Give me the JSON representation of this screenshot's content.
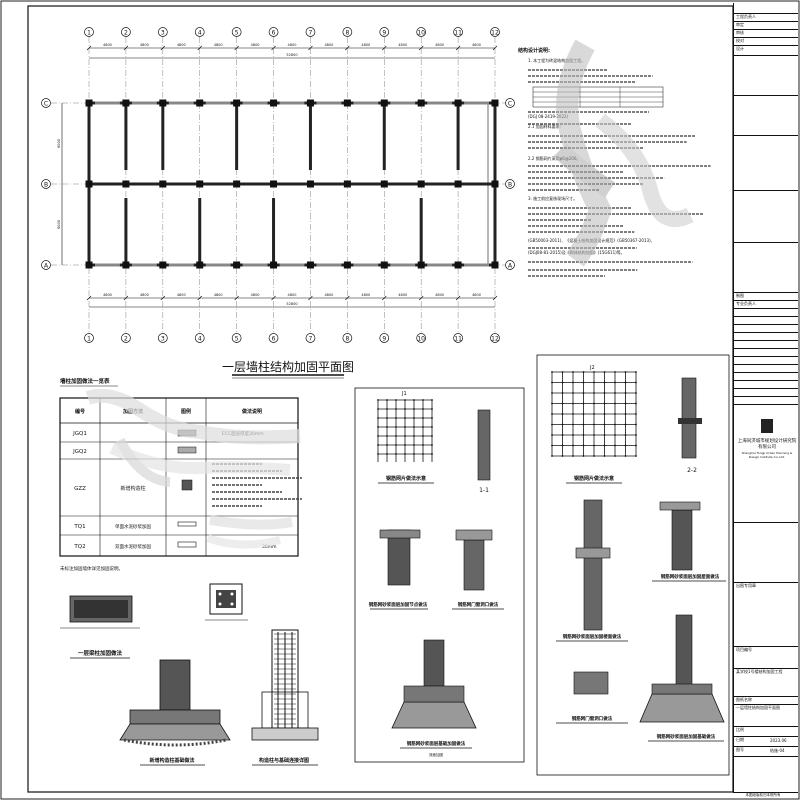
{
  "plan": {
    "title": "一层墙柱结构加固平面图",
    "axes_top": [
      "1",
      "2",
      "3",
      "4",
      "5",
      "6",
      "7",
      "8",
      "9",
      "10",
      "11",
      "12"
    ],
    "axes_bottom": [
      "1",
      "2",
      "3",
      "4",
      "5",
      "6",
      "7",
      "8",
      "9",
      "10",
      "11",
      "12"
    ],
    "axes_side": [
      "C",
      "B",
      "A"
    ],
    "dims_top": [
      "4800",
      "4800",
      "4800",
      "4800",
      "4800",
      "4800",
      "4800",
      "4800",
      "4800",
      "4800",
      "4800"
    ],
    "dims_bottom": [
      "4800",
      "4800",
      "4800",
      "4800",
      "4800",
      "4800",
      "4800",
      "4800",
      "4800",
      "4800",
      "4800"
    ],
    "overall_dim": "52800",
    "side_dims": [
      "6000",
      "6000"
    ]
  },
  "notes": {
    "heading": "结构设计说明:",
    "lines": [
      "1. 本工程为砖混结构加固工程。",
      "2.1 加固材料要求:",
      "2.2 钢筋网片采用φ6@200。",
      "3. 施工前应复核现场尺寸。",
      "(GB50003-2011)、《混凝土结构加固设计规范》(GB50367-2013)、",
      "(DGJ08-81-2015)及《砌体结构加固》(15G611)等。",
      "(DGJ 08-2419-2022)"
    ]
  },
  "table": {
    "title": "墙柱加固做法一览表",
    "headers": [
      "编号",
      "加固方法",
      "图例",
      "做法说明"
    ],
    "rows": [
      {
        "code": "JGQ1",
        "method": "",
        "legend": "",
        "desc": "ECC面层厚度30mm"
      },
      {
        "code": "JGQ2",
        "method": "",
        "legend": "",
        "desc": ""
      },
      {
        "code": "GZZ",
        "method": "新增构造柱",
        "legend": "",
        "desc": ""
      },
      {
        "code": "TQ1",
        "method": "单面水泥砂浆加固",
        "legend": "",
        "desc": ""
      },
      {
        "code": "TQ2",
        "method": "双面水泥砂浆加固",
        "legend": "",
        "desc": "30mm"
      }
    ],
    "note": "未标注加固墙体详见加固说明。"
  },
  "details": {
    "beam_detail": "一层梁柱加固做法",
    "col_detail": "构造柱与基础连接详图",
    "found_detail": "新增构造柱基础做法",
    "sec11": "1-1",
    "sec22": "2-2",
    "mesh1": "钢筋网片做法示意",
    "mesh1_ref": "J1",
    "mesh2": "钢筋网片做法示意",
    "mesh2_ref": "J2",
    "d1": "钢筋网砂浆面层加固节点做法",
    "d2": "钢筋网门窗洞口做法",
    "d3": "钢筋网砂浆面层基础加固做法",
    "d4": "钢筋网砂浆面层加固楼面做法",
    "d5": "钢筋网门窗洞口做法",
    "d6": "钢筋网砂浆面层加固基础做法",
    "d7": "钢筋网砂浆面层加固屋面做法",
    "sub": "双面加固"
  },
  "titleblock": {
    "company": "上海同济城市规划设计研究院有限公司",
    "company_en": "Shanghai Tongji Urban Planning & Design Institute Co.,Ltd.",
    "project": "某学校1号楼结构加固工程",
    "drawing": "一层墙柱结构加固平面图",
    "date": "2023.06",
    "number": "结施-04",
    "stamp_label": "出图专用章",
    "labels": [
      "工程负责人",
      "审定",
      "审核",
      "校对",
      "设计",
      "制图",
      "专业负责人",
      "项目编号",
      "图纸名称",
      "比例",
      "日期",
      "图号"
    ]
  },
  "footer": "本图纸版权归本院所有"
}
